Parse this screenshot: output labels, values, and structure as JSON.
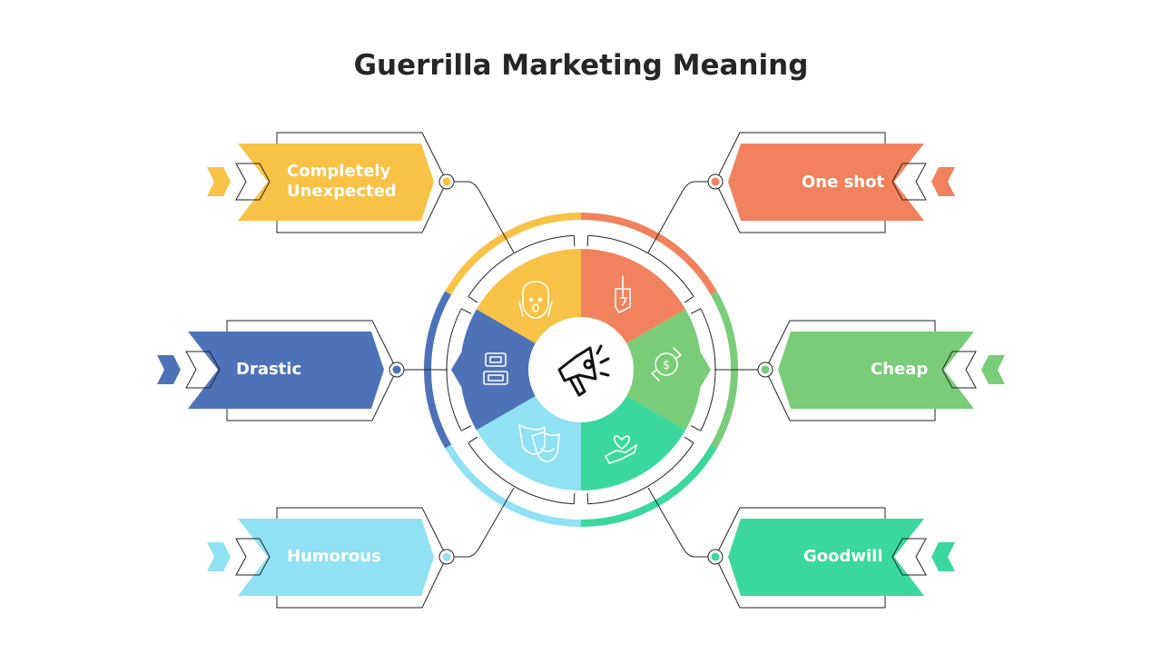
{
  "title": "Guerrilla Marketing Meaning",
  "center_icon": "megaphone-icon",
  "items": [
    {
      "label": "Completely Unexpected",
      "color": "#F8C246",
      "icon": "surprised-face-icon"
    },
    {
      "label": "Drastic",
      "color": "#4E72B8",
      "icon": "laptop-icon"
    },
    {
      "label": "Humorous",
      "color": "#8FE1F3",
      "icon": "theater-masks-icon"
    },
    {
      "label": "One shot",
      "color": "#F2825D",
      "icon": "one-finger-hand-icon"
    },
    {
      "label": "Cheap",
      "color": "#79CC78",
      "icon": "money-cycle-icon"
    },
    {
      "label": "Goodwill",
      "color": "#3AD89C",
      "icon": "heart-hand-icon"
    }
  ]
}
